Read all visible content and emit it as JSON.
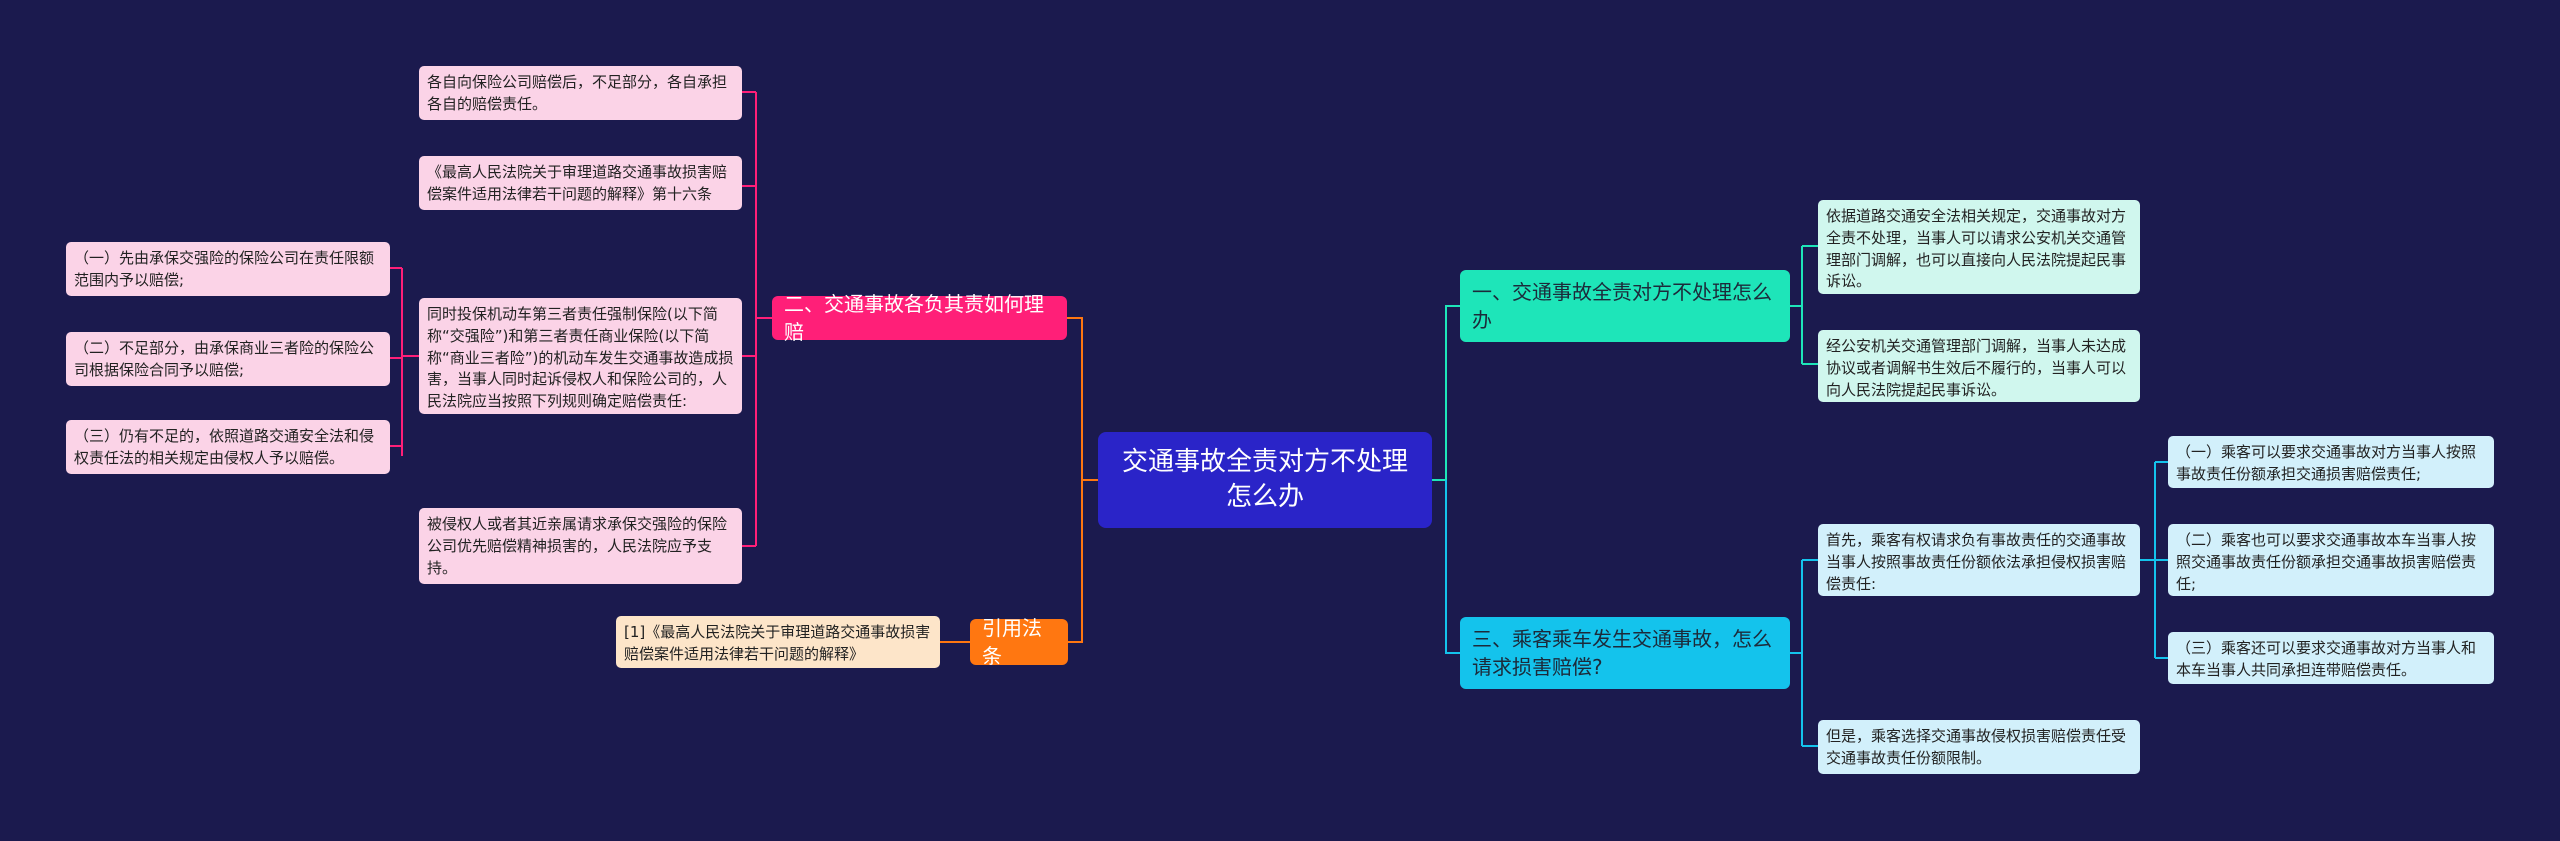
{
  "root": {
    "label": "交通事故全责对方不处理怎么办"
  },
  "branches": {
    "duties": {
      "label": "二、交通事故各负其责如何理赔"
    },
    "citation": {
      "label": "引用法条"
    },
    "not_handling": {
      "label": "一、交通事故全责对方不处理怎么办"
    },
    "passenger": {
      "label": "三、乘客乘车发生交通事故，怎么请求损害赔偿?"
    }
  },
  "duties_items": {
    "each_insurer": "各自向保险公司赔偿后，不足部分，各自承担各自的赔偿责任。",
    "supreme_court_16": "《最高人民法院关于审理道路交通事故损害赔偿案件适用法律若干问题的解释》第十六条",
    "both_insured": "同时投保机动车第三者责任强制保险(以下简称“交强险”)和第三者责任商业保险(以下简称“商业三者险”)的机动车发生交通事故造成损害，当事人同时起诉侵权人和保险公司的，人民法院应当按照下列规则确定赔偿责任:",
    "mental_damages": "被侵权人或者其近亲属请求承保交强险的保险公司优先赔偿精神损害的，人民法院应予支持。",
    "rules": {
      "rule1": "（一）先由承保交强险的保险公司在责任限额范围内予以赔偿;",
      "rule2": "（二）不足部分，由承保商业三者险的保险公司根据保险合同予以赔偿;",
      "rule3": "（三）仍有不足的，依照道路交通安全法和侵权责任法的相关规定由侵权人予以赔偿。"
    }
  },
  "citation_items": {
    "ref1": "[1]《最高人民法院关于审理道路交通事故损害赔偿案件适用法律若干问题的解释》"
  },
  "not_handling_items": {
    "mediation": "依据道路交通安全法相关规定，交通事故对方全责不处理，当事人可以请求公安机关交通管理部门调解，也可以直接向人民法院提起民事诉讼。",
    "after_mediation": "经公安机关交通管理部门调解，当事人未达成协议或者调解书生效后不履行的，当事人可以向人民法院提起民事诉讼。"
  },
  "passenger_items": {
    "first": "首先，乘客有权请求负有事故责任的交通事故当事人按照事故责任份额依法承担侵权损害赔偿责任:",
    "however": "但是，乘客选择交通事故侵权损害赔偿责任受交通事故责任份额限制。",
    "sub": {
      "p1": "（一）乘客可以要求交通事故对方当事人按照事故责任份额承担交通损害赔偿责任;",
      "p2": "（二）乘客也可以要求交通事故本车当事人按照交通事故责任份额承担交通事故损害赔偿责任;",
      "p3": "（三）乘客还可以要求交通事故对方当事人和本车当事人共同承担连带赔偿责任。"
    }
  },
  "colors": {
    "background": "#1b1a4e",
    "root": "#2a24c8",
    "duties": "#ff1f78",
    "citation": "#ff7711",
    "not_handling": "#1ee5b9",
    "passenger": "#14c3ec",
    "pink_leaf": "#fbd3e7",
    "peach_leaf": "#fde5c9",
    "mint_leaf": "#d0f7ee",
    "cyan_leaf": "#d2f0fb"
  }
}
